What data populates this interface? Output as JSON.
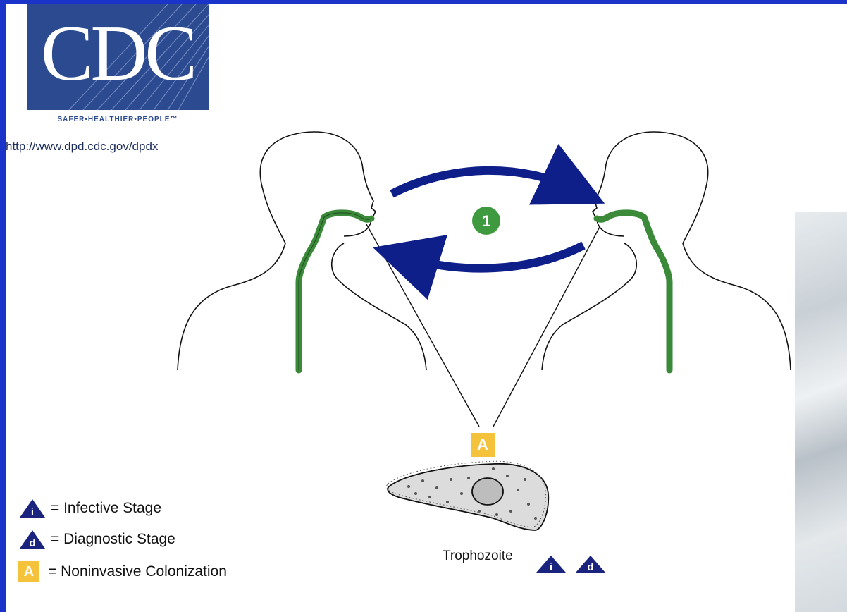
{
  "logo": {
    "text": "CDC",
    "tagline": "SAFER•HEALTHIER•PEOPLE™"
  },
  "source_url": "http://www.dpd.cdc.gov/dpdx",
  "cycle_step": "1",
  "stage_marker": "A",
  "organism_label": "Trophozoite",
  "stage_icons": {
    "infective": "i",
    "diagnostic": "d"
  },
  "legend": [
    {
      "symbol": "i",
      "text": "= Infective Stage"
    },
    {
      "symbol": "d",
      "text": "= Diagnostic Stage"
    },
    {
      "symbol": "A",
      "text": "= Noninvasive Colonization"
    }
  ],
  "colors": {
    "arrow": "#0f1f8a",
    "tract": "#3a8a3a",
    "marker": "#f5c33b",
    "triangle": "#1a237e",
    "border": "#1a33c8"
  }
}
